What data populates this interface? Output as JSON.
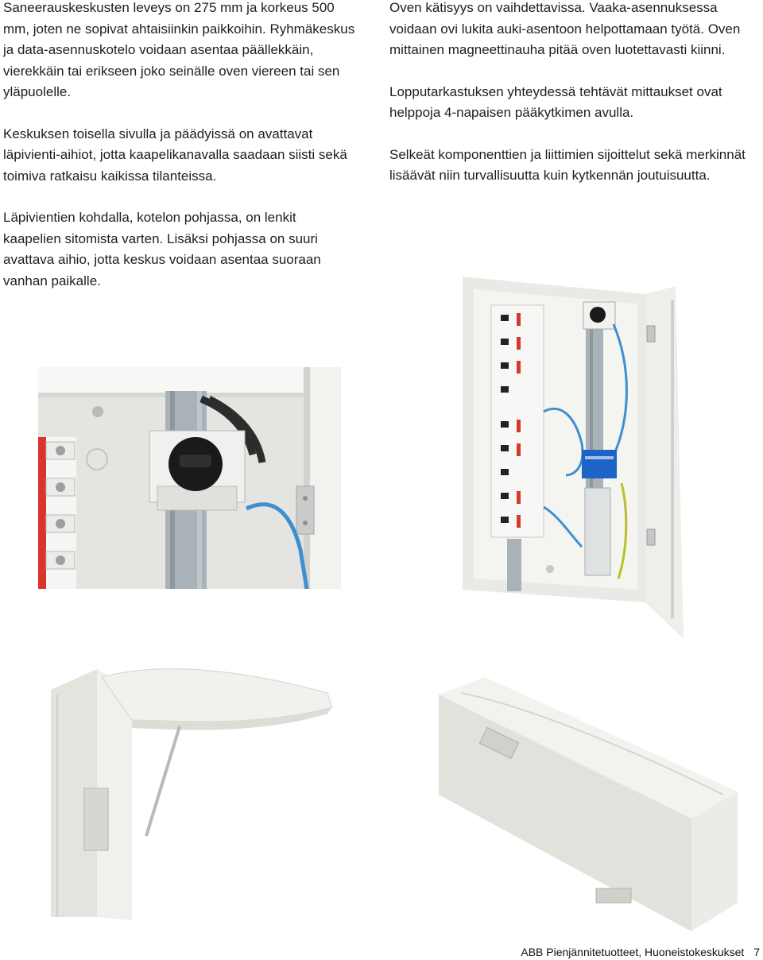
{
  "left_column": {
    "paragraphs": [
      "Saneerauskeskusten leveys on 275 mm ja korkeus 500 mm, joten ne sopivat ahtaisiinkin paikkoihin. Ryhmäkeskus ja data-asennuskotelo voidaan asentaa päällekkäin, vierekkäin tai erikseen joko seinälle oven viereen tai sen yläpuolelle.",
      "Keskuksen toisella sivulla ja päädyissä on avattavat läpivienti-aihiot, jotta kaapelikanavalla saadaan siisti sekä toimiva ratkaisu kaikissa tilanteissa.",
      "Läpivientien kohdalla, kotelon pohjassa, on lenkit kaapelien sitomista varten. Lisäksi pohjassa on suuri avattava aihio, jotta keskus voidaan asentaa suoraan vanhan paikalle."
    ]
  },
  "right_column": {
    "paragraphs": [
      "Oven kätisyys on vaihdettavissa. Vaaka-asennuksessa voidaan ovi lukita auki-asentoon helpottamaan työtä. Oven mittainen magneettinauha pitää oven luotettavasti kiinni.",
      "Lopputarkastuksen yhteydessä tehtävät mittaukset ovat helppoja 4-napaisen pääkytkimen avulla.",
      "Selkeät komponenttien ja liittimien sijoittelut sekä merkinnät lisäävät niin turvallisuutta kuin kytkennän joutuisuutta."
    ]
  },
  "footer": {
    "brand": "ABB",
    "title": "Pienjännitetuotteet, Huoneistokeskukset",
    "page_number": "7"
  },
  "colors": {
    "text": "#1e1e1e",
    "enclosure": "#ecebe6",
    "din_rail": "#a9b2b8",
    "cable_blue": "#3e8fd0",
    "breaker_red": "#d23a2a",
    "terminal_blue": "#1e63c8"
  }
}
